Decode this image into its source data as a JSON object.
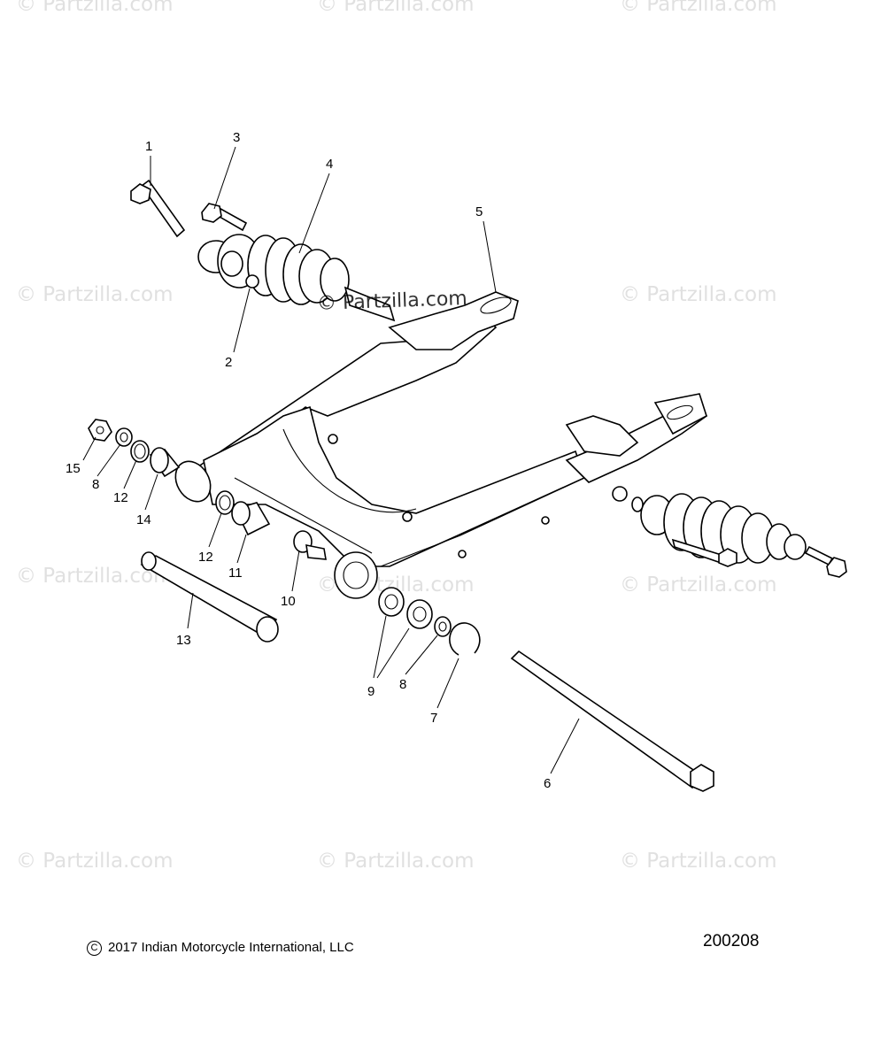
{
  "watermark": {
    "text": "© Partzilla.com",
    "center_text": "© Partzilla.com"
  },
  "callouts": [
    "1",
    "2",
    "3",
    "4",
    "5",
    "6",
    "7",
    "8",
    "8",
    "9",
    "10",
    "11",
    "12",
    "12",
    "13",
    "14",
    "15"
  ],
  "footer": {
    "copyright_symbol": "C",
    "copyright": "2017 Indian Motorcycle International, LLC",
    "diagram_number": "200208"
  },
  "colors": {
    "line": "#000000",
    "background": "#ffffff",
    "watermark": "#c8c8c8"
  }
}
